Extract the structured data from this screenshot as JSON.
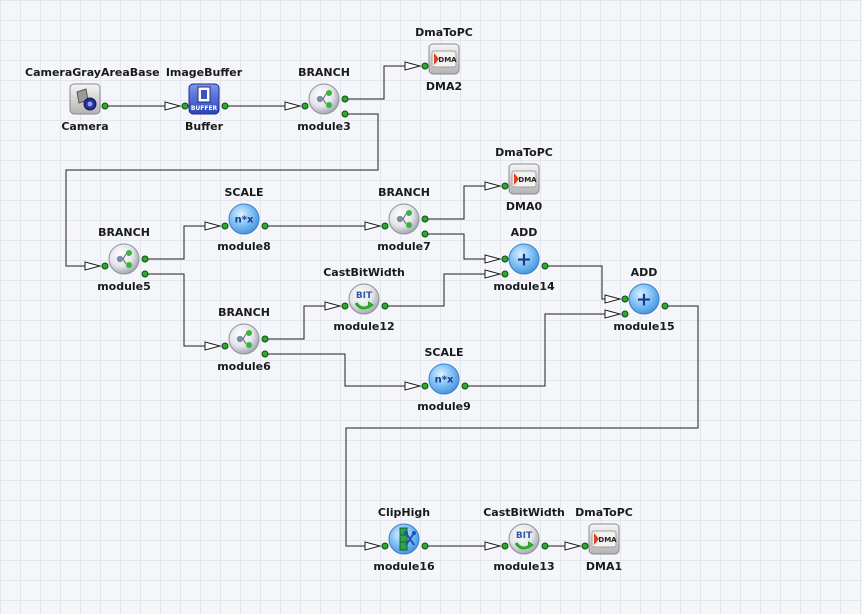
{
  "nodes": [
    {
      "id": "camera",
      "type": "CameraGrayAreaBase",
      "name": "Camera",
      "kind": "camera"
    },
    {
      "id": "buffer",
      "type": "ImageBuffer",
      "name": "Buffer",
      "kind": "buffer"
    },
    {
      "id": "module3",
      "type": "BRANCH",
      "name": "module3",
      "kind": "branch"
    },
    {
      "id": "dma2",
      "type": "DmaToPC",
      "name": "DMA2",
      "kind": "dma"
    },
    {
      "id": "dma0",
      "type": "DmaToPC",
      "name": "DMA0",
      "kind": "dma"
    },
    {
      "id": "module8",
      "type": "SCALE",
      "name": "module8",
      "kind": "scale"
    },
    {
      "id": "module7",
      "type": "BRANCH",
      "name": "module7",
      "kind": "branch"
    },
    {
      "id": "module5",
      "type": "BRANCH",
      "name": "module5",
      "kind": "branch"
    },
    {
      "id": "module14",
      "type": "ADD",
      "name": "module14",
      "kind": "add"
    },
    {
      "id": "module12",
      "type": "CastBitWidth",
      "name": "module12",
      "kind": "bitcast"
    },
    {
      "id": "module15",
      "type": "ADD",
      "name": "module15",
      "kind": "add"
    },
    {
      "id": "module6",
      "type": "BRANCH",
      "name": "module6",
      "kind": "branch"
    },
    {
      "id": "module9",
      "type": "SCALE",
      "name": "module9",
      "kind": "scale"
    },
    {
      "id": "module16",
      "type": "ClipHigh",
      "name": "module16",
      "kind": "cliphigh"
    },
    {
      "id": "module13",
      "type": "CastBitWidth",
      "name": "module13",
      "kind": "bitcast"
    },
    {
      "id": "dma1",
      "type": "DmaToPC",
      "name": "DMA1",
      "kind": "dma"
    }
  ],
  "icon_text": {
    "buffer": "BUFFER",
    "dma": "DMA",
    "scale": "n*x",
    "add": "+",
    "bitcast": "BIT"
  },
  "colors": {
    "wire": "#1f1f1f",
    "port": "#2ea82e",
    "scale": "#3f9be8",
    "add": "#3f9be8",
    "buffer": "#3355cc",
    "dma_arrow": "#e0401a"
  }
}
